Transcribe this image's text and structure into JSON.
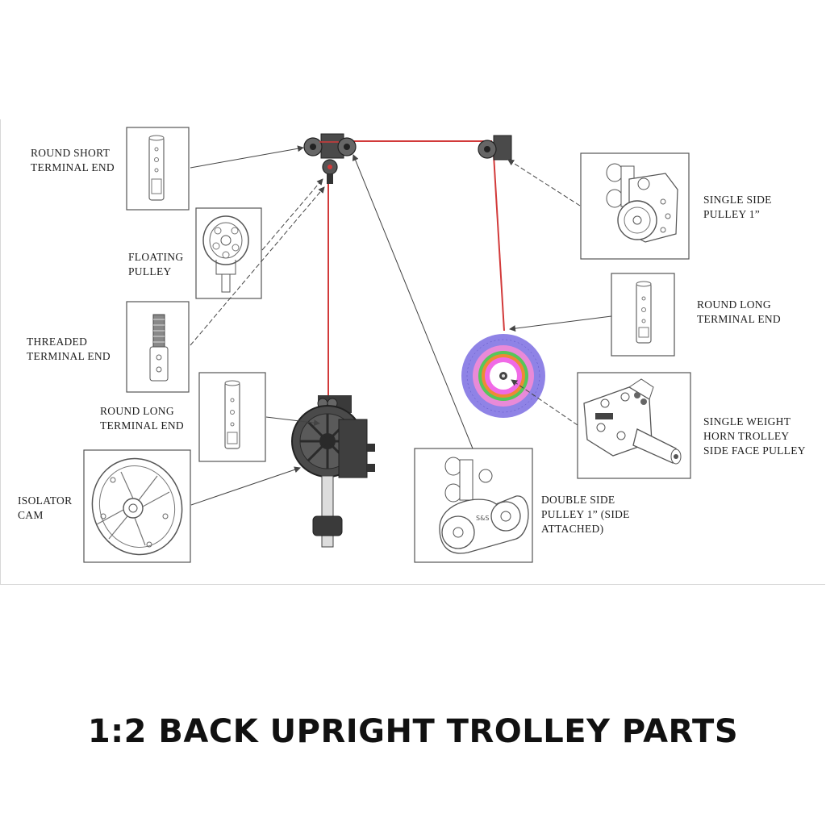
{
  "labels": {
    "round_short_terminal_end": "ROUND SHORT\nTERMINAL END",
    "floating_pulley": "FLOATING\nPULLEY",
    "threaded_terminal_end": "THREADED\nTERMINAL END",
    "round_long_terminal_end_left": "ROUND LONG\nTERMINAL END",
    "isolator_cam": "ISOLATOR\nCAM",
    "single_side_pulley": "SINGLE SIDE\nPULLEY 1”",
    "round_long_terminal_end_right": "ROUND LONG\nTERMINAL END",
    "single_weight_horn_trolley": "SINGLE WEIGHT\nHORN TROLLEY\nSIDE FACE PULLEY",
    "double_side_pulley": "DOUBLE SIDE\nPULLEY 1” (SIDE\nATTACHED)"
  },
  "caption": "1:2 BACK UPRIGHT TROLLEY PARTS",
  "colors": {
    "cable": "#d23a3a",
    "line_art": "#3a3a3a",
    "plate_outer": "#8f83e6",
    "plate_mid": "#e98ad8",
    "plate_green": "#57c65a",
    "plate_orange": "#ee8a34",
    "plate_inner": "#f06ae6"
  }
}
